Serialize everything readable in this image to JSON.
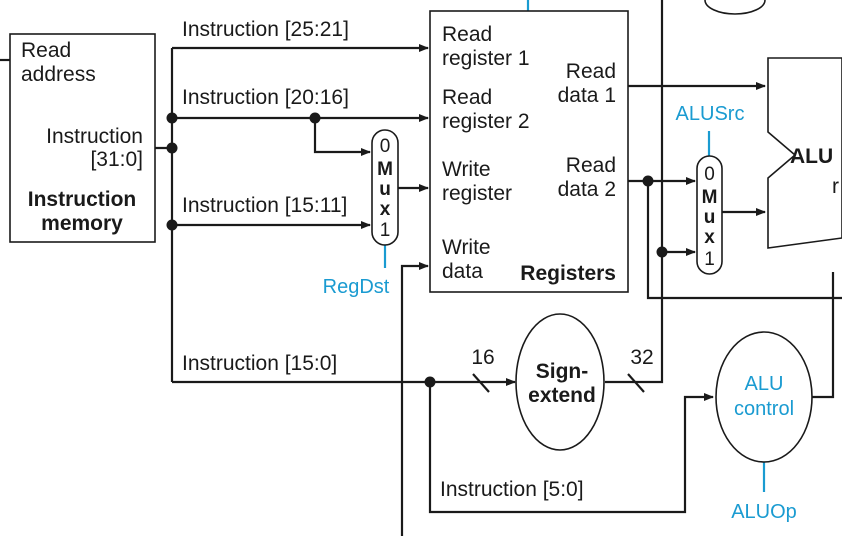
{
  "instruction_memory": {
    "read_address": [
      "Read",
      "address"
    ],
    "instruction_out": [
      "Instruction",
      "[31:0]"
    ],
    "title": [
      "Instruction",
      "memory"
    ]
  },
  "registers": {
    "read_register_1": [
      "Read",
      "register 1"
    ],
    "read_register_2": [
      "Read",
      "register 2"
    ],
    "write_register": [
      "Write",
      "register"
    ],
    "write_data": [
      "Write",
      "data"
    ],
    "read_data_1": [
      "Read",
      "data 1"
    ],
    "read_data_2": [
      "Read",
      "data 2"
    ],
    "title": "Registers"
  },
  "wire_labels": {
    "instr_25_21": "Instruction [25:21]",
    "instr_20_16": "Instruction [20:16]",
    "instr_15_11": "Instruction [15:11]",
    "instr_15_0": "Instruction [15:0]",
    "instr_5_0": "Instruction [5:0]"
  },
  "mux_regdst": {
    "letters": [
      "M",
      "u",
      "x"
    ],
    "in0": "0",
    "in1": "1"
  },
  "mux_alusrc": {
    "letters": [
      "M",
      "u",
      "x"
    ],
    "in0": "0",
    "in1": "1"
  },
  "control_signals": {
    "regdst": "RegDst",
    "alusrc": "ALUSrc",
    "aluop": "ALUOp"
  },
  "sign_extend": {
    "title": [
      "Sign-",
      "extend"
    ],
    "width_in": "16",
    "width_out": "32"
  },
  "alu_control": {
    "title": [
      "ALU",
      "control"
    ]
  },
  "alu": {
    "title": "ALU",
    "partial_label": "r"
  },
  "colors": {
    "wire": "#1a1a1a",
    "control": "#1a9bd1"
  }
}
